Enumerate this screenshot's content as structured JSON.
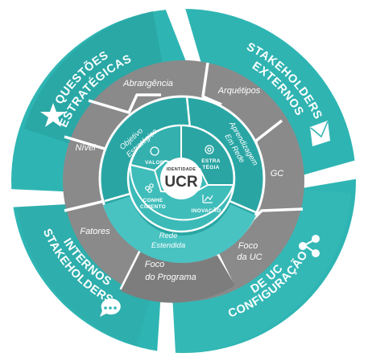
{
  "colors": {
    "teal_dark": "#219a98",
    "teal_mid": "#2eb5b3",
    "teal_light": "#43c2c1",
    "gray_ring": "#8c8c8c",
    "gray_ring_dark": "#727272",
    "white": "#ffffff"
  },
  "quadrants": {
    "top_left": {
      "line1": "QUESTÕES",
      "line2": "ESTRATÉGICAS",
      "icon": "star-icon"
    },
    "top_right": {
      "line1": "STAKEHOLDERS",
      "line2": "EXTERNOS",
      "icon": "envelope-icon"
    },
    "bottom_left": {
      "line1": "STAKEHOLDERS",
      "line2": "INTERNOS",
      "icon": "chat-bubble-icon"
    },
    "bottom_right": {
      "line1": "CONFIGURAÇÃO",
      "line2": "DE UC",
      "icon": "share-icon"
    }
  },
  "ring_items": {
    "abrangencia": "Abrangência",
    "arquetipos": "Arquétipos",
    "nivel": "Nível",
    "gc": "GC",
    "fatores": "Fatores",
    "foco_uc_line1": "Foco",
    "foco_uc_line2": "da UC",
    "foco_programa_line1": "Foco",
    "foco_programa_line2": "do Programa"
  },
  "inner_ring": {
    "objetivo_line1": "Objetivo",
    "objetivo_line2": "Estratégico",
    "aprendizagem_line1": "Aprendizagem",
    "aprendizagem_line2": "Em Rede",
    "rede_line1": "Rede",
    "rede_line2": "Estendida"
  },
  "pills": {
    "valor": "VALOR",
    "estrategia_line1": "ESTRA",
    "estrategia_line2": "TÉGIA",
    "conhecimento_line1": "CONHE",
    "conhecimento_line2": "CIMENTO",
    "inovacao": "INOVAÇÃO"
  },
  "center": {
    "small": "IDENTIDADE",
    "big": "UCR"
  }
}
